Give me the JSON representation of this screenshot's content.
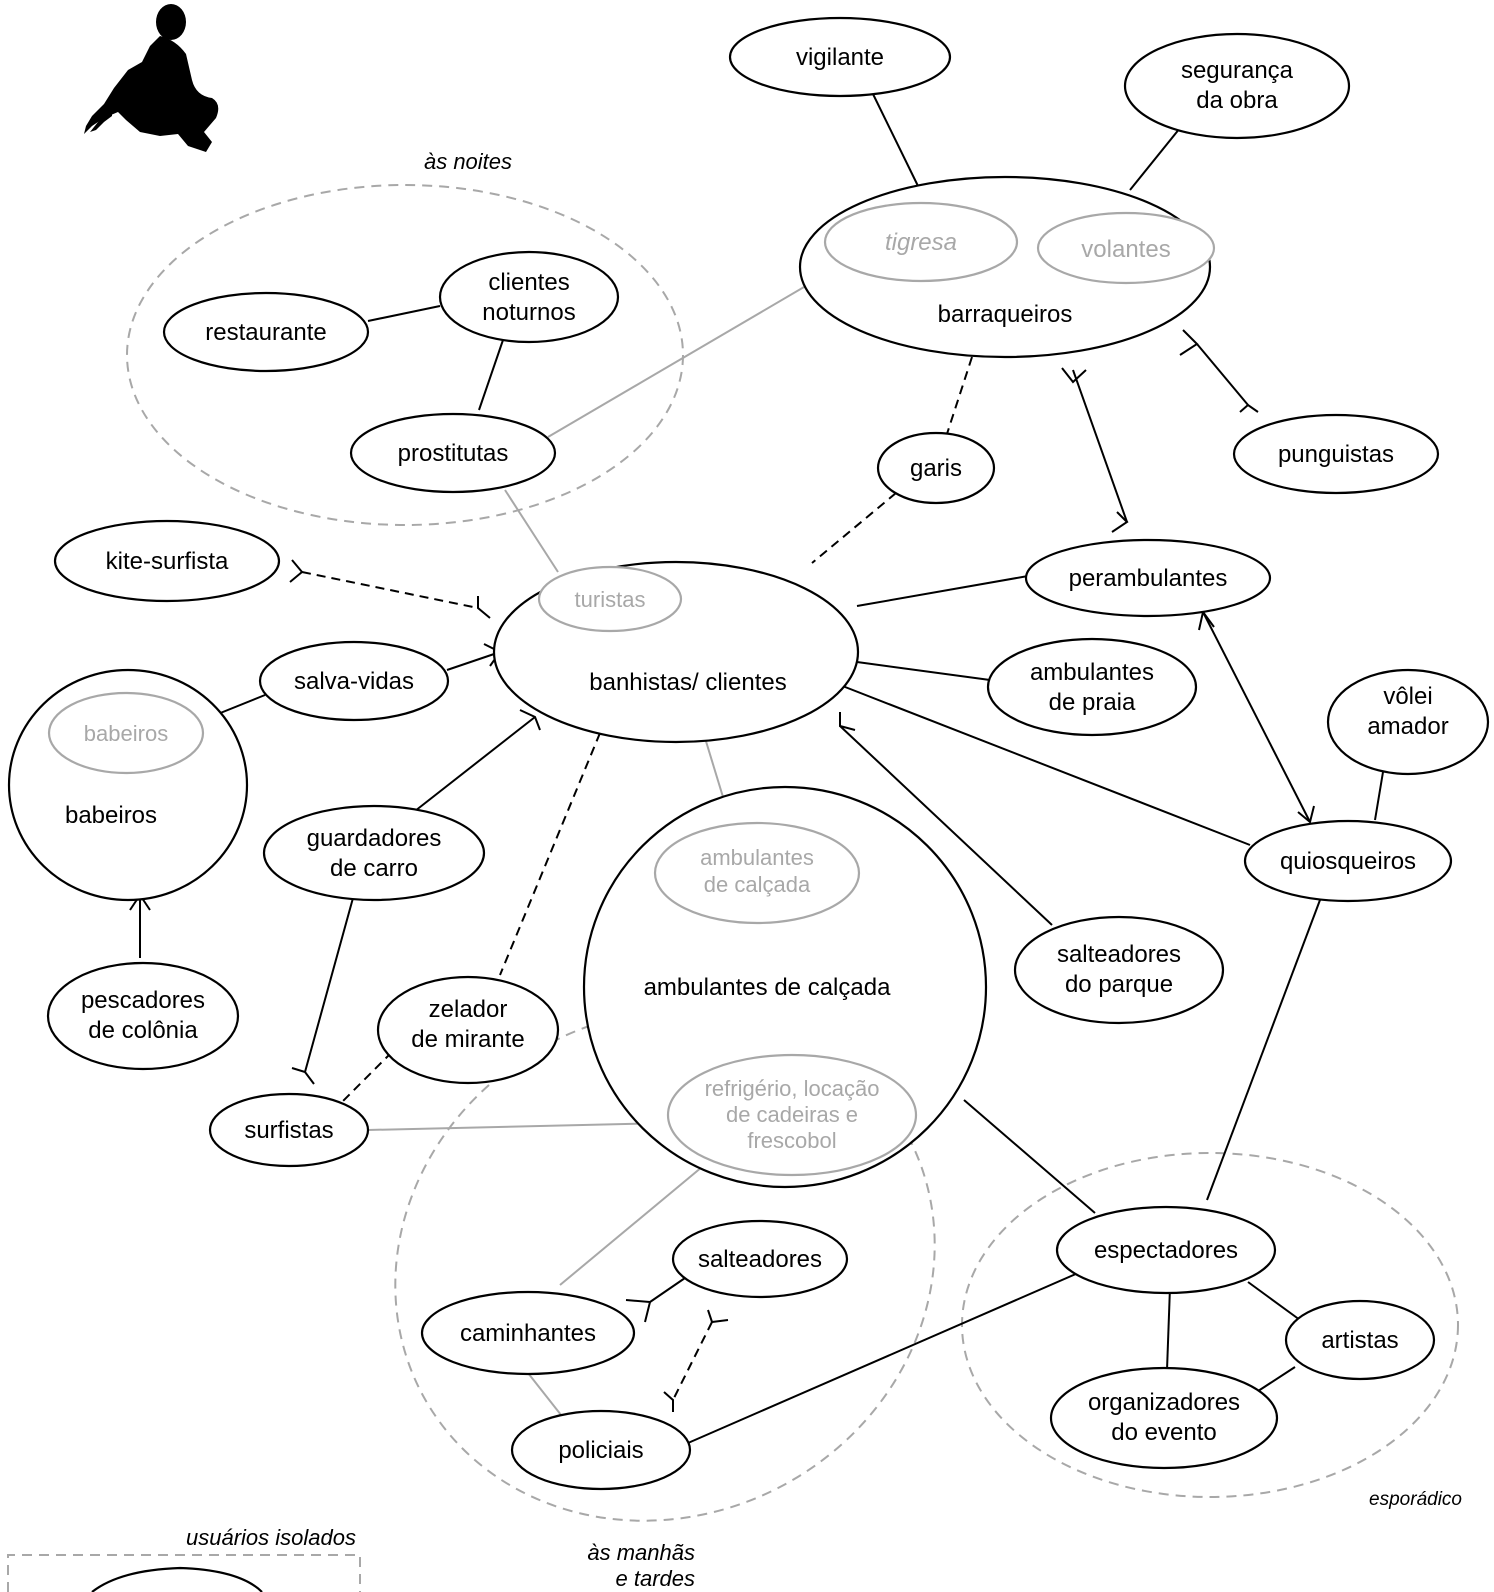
{
  "groups": {
    "noites": "às noites",
    "manhas_line1": "às manhãs",
    "manhas_line2": "e tardes",
    "esporadico": "esporádico",
    "isolados": "usuários isolados"
  },
  "nodes": {
    "vigilante": "vigilante",
    "seguranca_1": "segurança",
    "seguranca_2": "da obra",
    "tigresa": "tigresa",
    "volantes": "volantes",
    "barraqueiros": "barraqueiros",
    "restaurante": "restaurante",
    "clientes_1": "clientes",
    "clientes_2": "noturnos",
    "prostitutas": "prostitutas",
    "garis": "garis",
    "punguistas": "punguistas",
    "kite": "kite-surfista",
    "turistas": "turistas",
    "banhistas": "banhistas/ clientes",
    "perambulantes": "perambulantes",
    "salva": "salva-vidas",
    "amb_praia_1": "ambulantes",
    "amb_praia_2": "de praia",
    "babeiros_inner": "babeiros",
    "babeiros": "babeiros",
    "volei_1": "vôlei",
    "volei_2": "amador",
    "guardadores_1": "guardadores",
    "guardadores_2": "de carro",
    "amb_calc_inner_1": "ambulantes",
    "amb_calc_inner_2": "de calçada",
    "quiosqueiros": "quiosqueiros",
    "salteadores_parque_1": "salteadores",
    "salteadores_parque_2": "do parque",
    "amb_calcada": "ambulantes de calçada",
    "pescadores_1": "pescadores",
    "pescadores_2": "de colônia",
    "zelador_1": "zelador",
    "zelador_2": "de mirante",
    "refrigerio_1": "refrigério, locação",
    "refrigerio_2": "de cadeiras e",
    "refrigerio_3": "frescobol",
    "surfistas": "surfistas",
    "espectadores": "espectadores",
    "salteadores": "salteadores",
    "caminhantes": "caminhantes",
    "artistas": "artistas",
    "organizadores_1": "organizadores",
    "organizadores_2": "do evento",
    "policiais": "policiais"
  },
  "icons": [
    "crouching-figure-silhouette"
  ],
  "colors": {
    "line": "#000000",
    "secondary": "#a8a8a8",
    "background": "#ffffff"
  }
}
